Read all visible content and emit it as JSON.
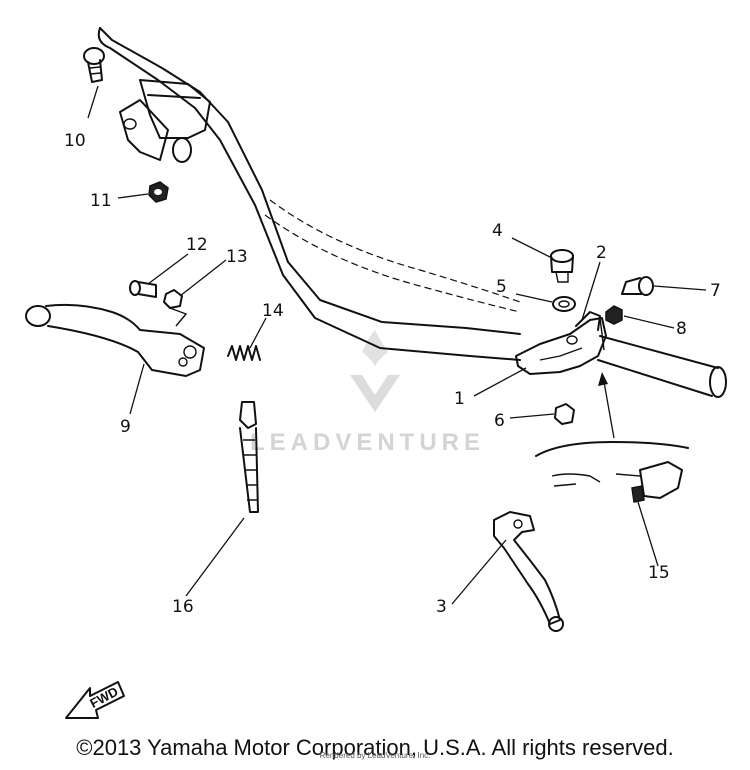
{
  "watermark": {
    "brand": "LEADVENTURE",
    "small_credit": "Rendered by LeadVenture, Inc."
  },
  "fwd_label": "FWD",
  "copyright": "©2013 Yamaha Motor Corporation, U.S.A. All rights reserved.",
  "callouts": {
    "c1": "1",
    "c2": "2",
    "c3": "3",
    "c4": "4",
    "c5": "5",
    "c6": "6",
    "c7": "7",
    "c8": "8",
    "c9": "9",
    "c10": "10",
    "c11": "11",
    "c12": "12",
    "c13": "13",
    "c14": "14",
    "c15": "15",
    "c16": "16"
  },
  "colors": {
    "ink": "#111111",
    "watermark": "#d4d4d4",
    "background": "#ffffff"
  }
}
